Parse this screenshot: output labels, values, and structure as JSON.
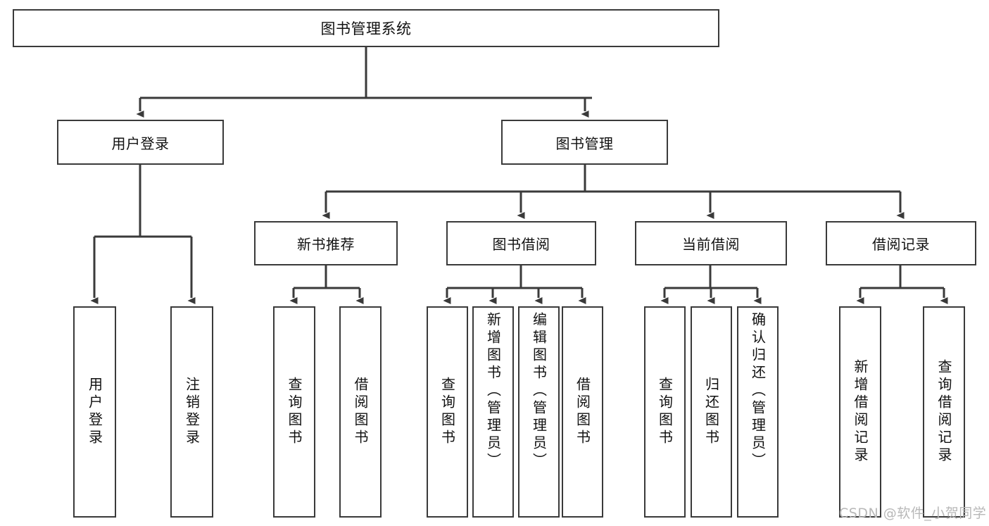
{
  "diagram": {
    "title": "图书管理系统",
    "type": "tree-hierarchy-chart",
    "background_color": "#ffffff",
    "line_color": "#3a3a3a",
    "text_color": "#111111",
    "nodes": {
      "root": {
        "label": "图书管理系统"
      },
      "level1": [
        {
          "id": "user-login",
          "label": "用户登录"
        },
        {
          "id": "book-manage",
          "label": "图书管理"
        }
      ],
      "level2": [
        {
          "id": "new-book-recommend",
          "label": "新书推荐"
        },
        {
          "id": "book-borrow",
          "label": "图书借阅"
        },
        {
          "id": "current-borrow",
          "label": "当前借阅"
        },
        {
          "id": "borrow-record",
          "label": "借阅记录"
        }
      ],
      "leaves": [
        {
          "id": "leaf-user-login",
          "label": "用户登录",
          "parent": "user-login"
        },
        {
          "id": "leaf-logout-login",
          "label": "注销登录",
          "parent": "user-login"
        },
        {
          "id": "leaf-query-book-1",
          "label": "查询图书",
          "parent": "new-book-recommend"
        },
        {
          "id": "leaf-borrow-book-1",
          "label": "借阅图书",
          "parent": "new-book-recommend"
        },
        {
          "id": "leaf-query-book-2",
          "label": "查询图书",
          "parent": "book-borrow"
        },
        {
          "id": "leaf-add-book",
          "label": "新增图书（管理员）",
          "parent": "book-borrow"
        },
        {
          "id": "leaf-edit-book",
          "label": "编辑图书（管理员）",
          "parent": "book-borrow"
        },
        {
          "id": "leaf-borrow-book-2",
          "label": "借阅图书",
          "parent": "book-borrow"
        },
        {
          "id": "leaf-query-book-3",
          "label": "查询图书",
          "parent": "current-borrow"
        },
        {
          "id": "leaf-return-book",
          "label": "归还图书",
          "parent": "current-borrow"
        },
        {
          "id": "leaf-confirm-return",
          "label": "确认归还（管理员）",
          "parent": "current-borrow"
        },
        {
          "id": "leaf-add-record",
          "label": "新增借阅记录",
          "parent": "borrow-record"
        },
        {
          "id": "leaf-query-record",
          "label": "查询借阅记录",
          "parent": "borrow-record"
        }
      ]
    },
    "watermark": "CSDN @软件_小贺同学"
  }
}
